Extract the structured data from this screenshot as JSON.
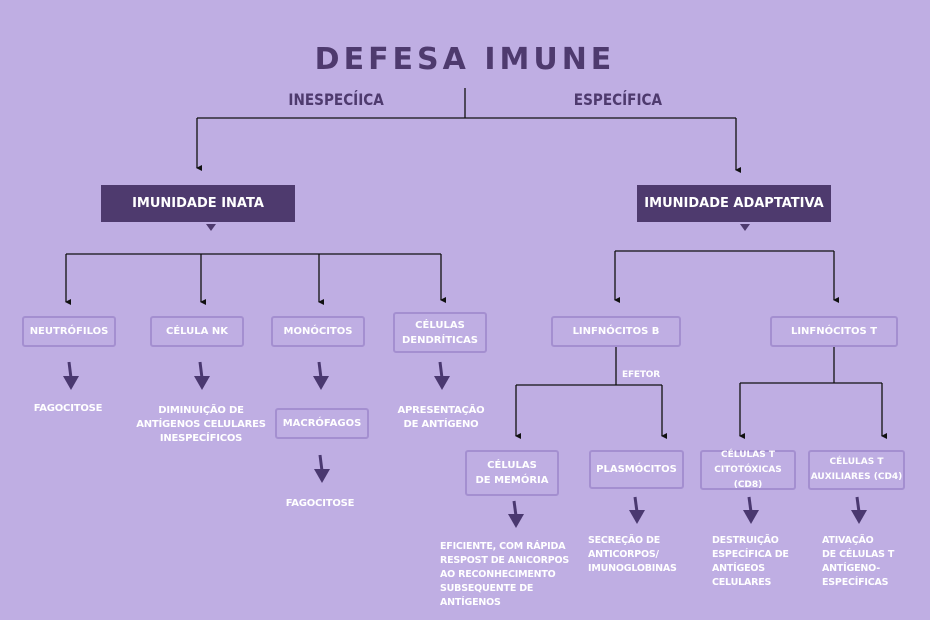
{
  "title": "DEFESA IMUNE",
  "branches": {
    "left": "INESPECÍICA",
    "right": "ESPECÍFICA"
  },
  "innate": {
    "label": "IMUNIDADE INATA",
    "cells": [
      {
        "label": "NEUTRÓFILOS",
        "effect": "FAGOCITOSE"
      },
      {
        "label": "CÉLULA NK",
        "effect": "DIMINUIÇÃO DE\nANTÍGENOS CELULARES\nINESPECÍFICOS"
      },
      {
        "label": "MONÓCITOS",
        "intermediate": "MACRÓFAGOS",
        "effect": "FAGOCITOSE"
      },
      {
        "label": "CÉLULAS\nDENDRÍTICAS",
        "effect": "APRESENTAÇÃO\nDE ANTÍGENO"
      }
    ]
  },
  "adaptive": {
    "label": "IMUNIDADE ADAPTATIVA",
    "b": {
      "label": "LINFNÓCITOS B",
      "edge_label": "EFETOR"
    },
    "t": {
      "label": "LINFNÓCITOS T"
    },
    "cells": [
      {
        "label": "CÉLULAS\nDE MEMÓRIA",
        "effect": "EFICIENTE, COM RÁPIDA\nRESPOST DE ANICORPOS\nAO RECONHECIMENTO\n SUBSEQUENTE DE\n ANTÍGENOS"
      },
      {
        "label": "PLASMÓCITOS",
        "effect": "SECREÇÃO DE\nANTICORPOS/\nIMUNOGLOBINAS"
      },
      {
        "label": "CÉLULAS  T\nCITOTÓXICAS (CD8)",
        "effect": "DESTRUIÇÃO\nESPECÍFICA DE\nANTÍGEOS\nCELULARES"
      },
      {
        "label": "CÉLULAS  T\nAUXILIARES (CD4)",
        "effect": "ATIVAÇÃO\nDE CÉLULAS T\nANTÍGENO-\nESPECÍFICAS"
      }
    ]
  },
  "colors": {
    "background": "#bfaee3",
    "dark": "#4e3a6e",
    "box_border": "#a48fd0"
  }
}
